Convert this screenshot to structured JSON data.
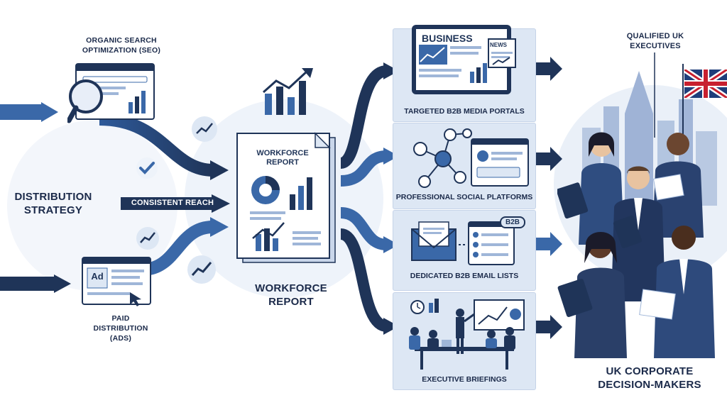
{
  "left": {
    "seo_label": "ORGANIC SEARCH OPTIMIZATION (SEO)",
    "strategy_label": "DISTRIBUTION STRATEGY",
    "consistent_label": "CONSISTENT REACH",
    "paid_label": "PAID DISTRIBUTION (ADS)",
    "ad_badge": "Ad"
  },
  "center": {
    "doc_title": "WORKFORCE REPORT",
    "caption": "WORKFORCE REPORT"
  },
  "channels": [
    {
      "label": "TARGETED B2B MEDIA PORTALS",
      "sub1": "BUSINESS",
      "sub2": "NEWS"
    },
    {
      "label": "PROFESSIONAL SOCIAL PLATFORMS"
    },
    {
      "label": "DEDICATED B2B EMAIL LISTS",
      "badge": "B2B"
    },
    {
      "label": "EXECUTIVE BRIEFINGS"
    }
  ],
  "right": {
    "qualified_label": "QUALIFIED UK EXECUTIVES",
    "decision_label": "UK CORPORATE DECISION-MAKERS"
  },
  "colors": {
    "navy": "#1f3458",
    "blue": "#3f6fb0",
    "light_panel": "#dde7f4",
    "accent": "#4a7bc0"
  }
}
